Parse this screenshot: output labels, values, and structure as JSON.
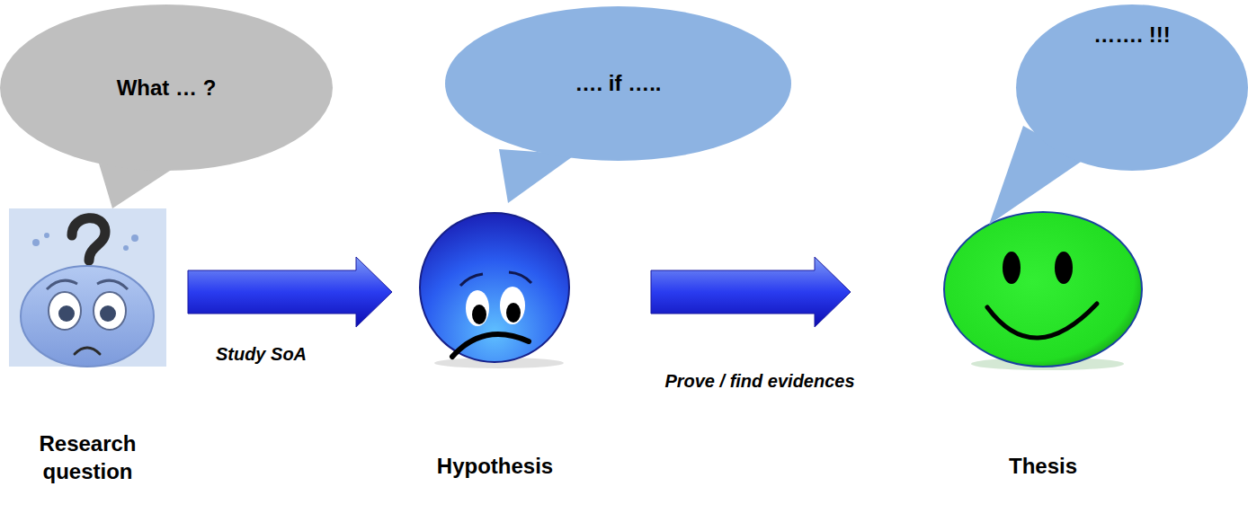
{
  "diagram": {
    "nodes": [
      {
        "text": [
          "What … ?"
        ]
      },
      {
        "text": [
          "…. if ….."
        ]
      },
      {
        "text": [
          "……. !!!"
        ]
      },
      {
        "text": [
          "Research question"
        ]
      },
      {
        "text": [
          "Hypothesis"
        ]
      },
      {
        "text": [
          "Thesis"
        ]
      }
    ],
    "edges": [
      {
        "from": 3,
        "to": 4,
        "arrow": "to",
        "label": "Study SoA"
      },
      {
        "from": 4,
        "to": 5,
        "arrow": "to",
        "label": "Prove / find evidences"
      }
    ]
  }
}
